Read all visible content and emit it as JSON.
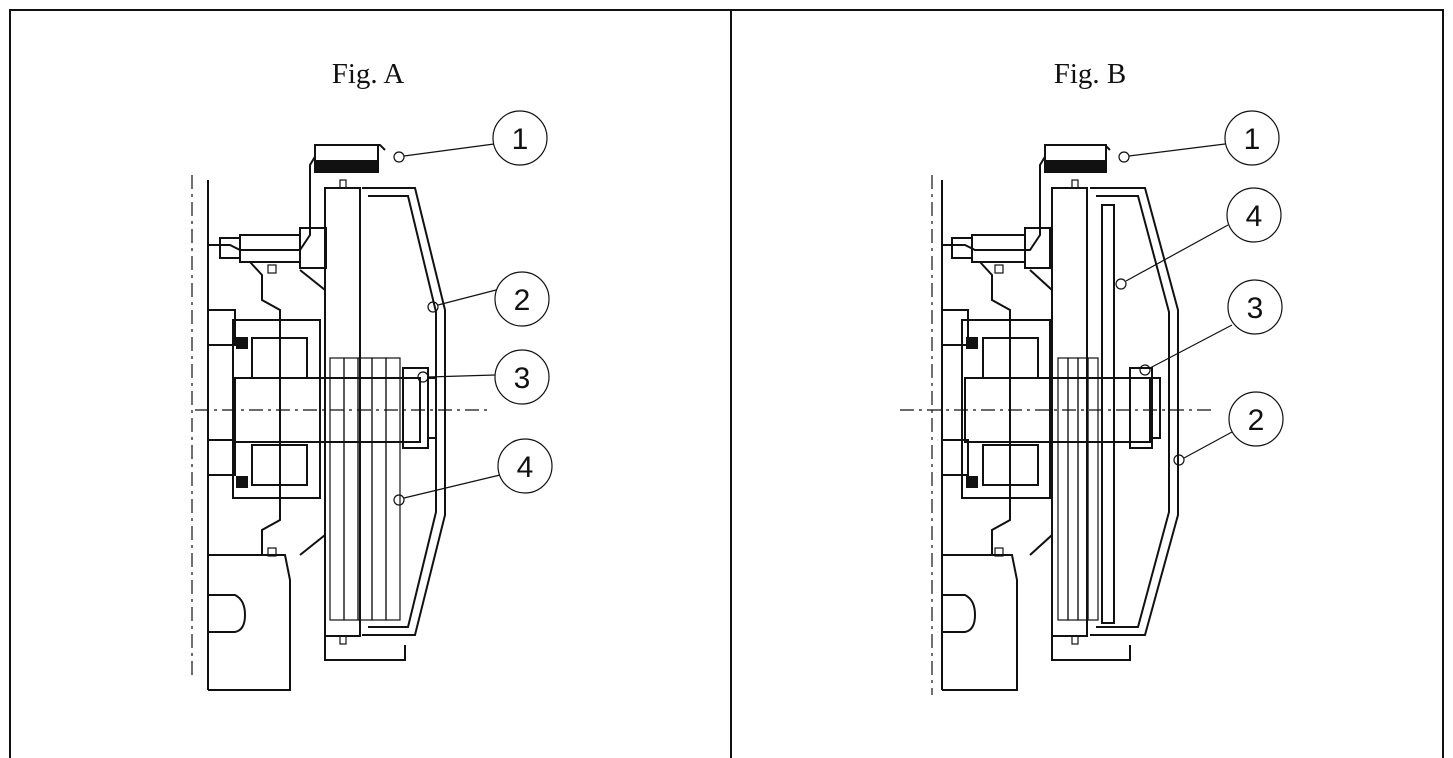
{
  "panels": [
    {
      "title": "Fig. A",
      "callouts": [
        "1",
        "2",
        "3",
        "4"
      ]
    },
    {
      "title": "Fig. B",
      "callouts": [
        "1",
        "4",
        "3",
        "2"
      ]
    }
  ],
  "colors": {
    "ink": "#111111",
    "paper": "#ffffff"
  }
}
